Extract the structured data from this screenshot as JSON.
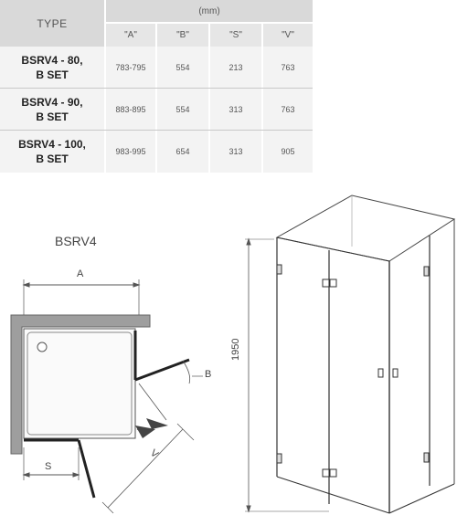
{
  "table": {
    "type_header": "TYPE",
    "unit_header": "(mm)",
    "columns": [
      "\"A\"",
      "\"B\"",
      "\"S\"",
      "\"V\""
    ],
    "rows": [
      {
        "type_line1": "BSRV4 - 80,",
        "type_line2": "B SET",
        "values": [
          "783-795",
          "554",
          "213",
          "763"
        ]
      },
      {
        "type_line1": "BSRV4 - 90,",
        "type_line2": "B SET",
        "values": [
          "883-895",
          "554",
          "313",
          "763"
        ]
      },
      {
        "type_line1": "BSRV4 - 100,",
        "type_line2": "B SET",
        "values": [
          "983-995",
          "654",
          "313",
          "905"
        ]
      }
    ]
  },
  "plan": {
    "model_name": "BSRV4",
    "label_a": "A",
    "label_b": "B",
    "label_s": "S",
    "label_v": "V"
  },
  "elevation": {
    "height_label": "1950"
  }
}
